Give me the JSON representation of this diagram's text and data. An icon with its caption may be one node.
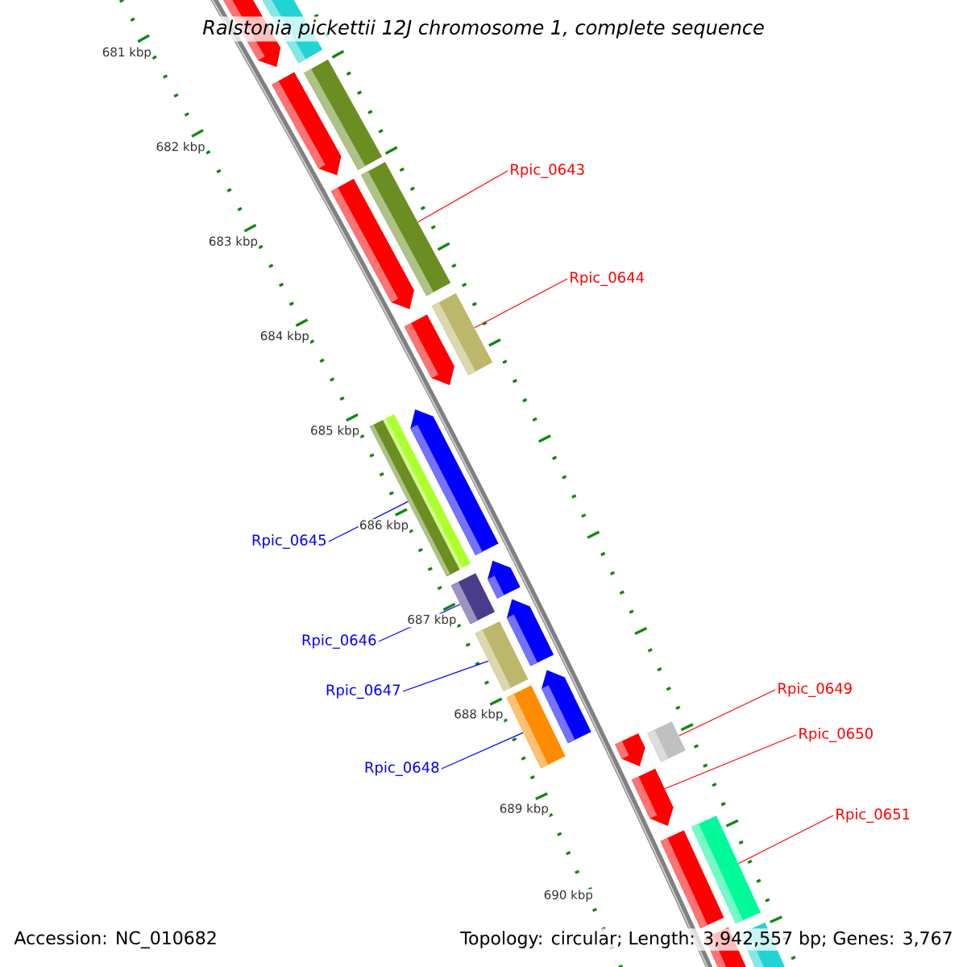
{
  "diagram": {
    "title": "Ralstonia pickettii 12J chromosome 1, complete sequence",
    "nodes": [
      {
        "text": [
          "Rpic_0643"
        ]
      },
      {
        "text": [
          "Rpic_0644"
        ]
      },
      {
        "text": [
          "Rpic_0645"
        ]
      },
      {
        "text": [
          "Rpic_0646"
        ]
      },
      {
        "text": [
          "Rpic_0647"
        ]
      },
      {
        "text": [
          "Rpic_0648"
        ]
      },
      {
        "text": [
          "Rpic_0649"
        ]
      },
      {
        "text": [
          "Rpic_0650"
        ]
      },
      {
        "text": [
          "Rpic_0651"
        ]
      },
      {
        "text": [],
        "shape": "bar"
      },
      {
        "text": [],
        "shape": "bar"
      },
      {
        "text": [],
        "shape": "bar"
      },
      {
        "text": [],
        "shape": "bar"
      },
      {
        "text": [],
        "shape": "bar"
      },
      {
        "text": [],
        "shape": "bar"
      },
      {
        "text": [],
        "shape": "bar"
      },
      {
        "text": [],
        "shape": "bar"
      },
      {
        "text": [],
        "shape": "bar"
      }
    ],
    "edges": [
      {
        "from": 0,
        "to": 9,
        "arrow": "none"
      },
      {
        "from": 1,
        "to": 10,
        "arrow": "none"
      },
      {
        "from": 2,
        "to": 11,
        "arrow": "none",
        "color": "#0000ff"
      },
      {
        "from": 3,
        "to": 12,
        "arrow": "none",
        "color": "#0000ff"
      },
      {
        "from": 4,
        "to": 13,
        "arrow": "none",
        "color": "#0000ff"
      },
      {
        "from": 5,
        "to": 14,
        "arrow": "none",
        "color": "#0000ff"
      },
      {
        "from": 6,
        "to": 15,
        "arrow": "none"
      },
      {
        "from": 7,
        "to": 16,
        "arrow": "none"
      },
      {
        "from": 8,
        "to": 17,
        "arrow": "none"
      }
    ],
    "labels": [
      "681 kbp",
      "682 kbp",
      "683 kbp",
      "684 kbp",
      "685 kbp",
      "686 kbp",
      "687 kbp",
      "688 kbp",
      "689 kbp",
      "690 kbp",
      "Accession: NC_010682",
      "Topology: circular; Length: 3,942,557 bp; Genes: 3,767"
    ]
  }
}
